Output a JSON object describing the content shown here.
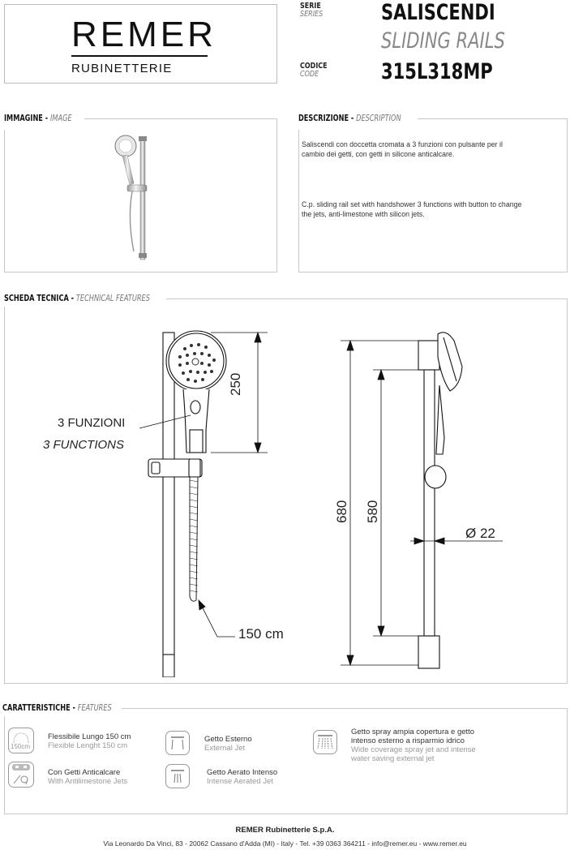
{
  "brand": {
    "name": "REMER",
    "sub": "RUBINETTERIE"
  },
  "series": {
    "label": "SERIE",
    "label_en": "SERIES",
    "value": "SALISCENDI",
    "value_en": "SLIDING RAILS"
  },
  "code": {
    "label": "CODICE",
    "label_en": "CODE",
    "value": "315L318MP"
  },
  "image_section": {
    "title": "IMMAGINE",
    "title_en": "IMAGE"
  },
  "description_section": {
    "title": "DESCRIZIONE",
    "title_en": "DESCRIPTION",
    "it_lines": [
      "Saliscendi con doccetta cromata a 3 funzioni con pulsante per il",
      "cambio dei getti, con getti in silicone anticalcare."
    ],
    "en_lines": [
      "C.p. sliding rail set with handshower 3 functions with button to change",
      "the jets, anti-limestone with silicon jets."
    ]
  },
  "technical_section": {
    "title": "SCHEDA TECNICA",
    "title_en": "TECHNICAL FEATURES",
    "functions_it": "3 FUNZIONI",
    "functions_en": "3 FUNCTIONS",
    "dim_250": "250",
    "dim_680": "680",
    "dim_580": "580",
    "dim_hose": "150 cm",
    "dim_diameter": "Ø 22"
  },
  "features_section": {
    "title": "CARATTERISTICHE",
    "title_en": "FEATURES",
    "items": [
      {
        "icon": "hose-150cm-icon",
        "icon_text": "150cm",
        "it": "Flessibile Lungo 150 cm",
        "en": "Flexible Lenght 150 cm"
      },
      {
        "icon": "external-jet-icon",
        "it": "Getto Esterno",
        "en": "External Jet"
      },
      {
        "icon": "anti-limestone-icon",
        "it": "Con Getti Anticalcare",
        "en": "With Antilimestone Jets"
      },
      {
        "icon": "aerated-jet-icon",
        "it": "Getto Aerato Intenso",
        "en": "Intense Aerated Jet"
      },
      {
        "icon": "wide-spray-jet-icon",
        "it_lines": [
          "Getto spray ampia copertura e getto",
          "intenso esterno a risparmio idrico"
        ],
        "en_lines": [
          "Wide coverage spray jet and intense",
          "water saving external jet"
        ]
      }
    ]
  },
  "footer": {
    "company": "REMER Rubinetterie S.p.A.",
    "address": "Via Leonardo Da Vinci, 83 - 20062 Cassano d'Adda (MI) - Italy - Tel. +39 0363 364211 - info@remer.eu - www.remer.eu"
  }
}
